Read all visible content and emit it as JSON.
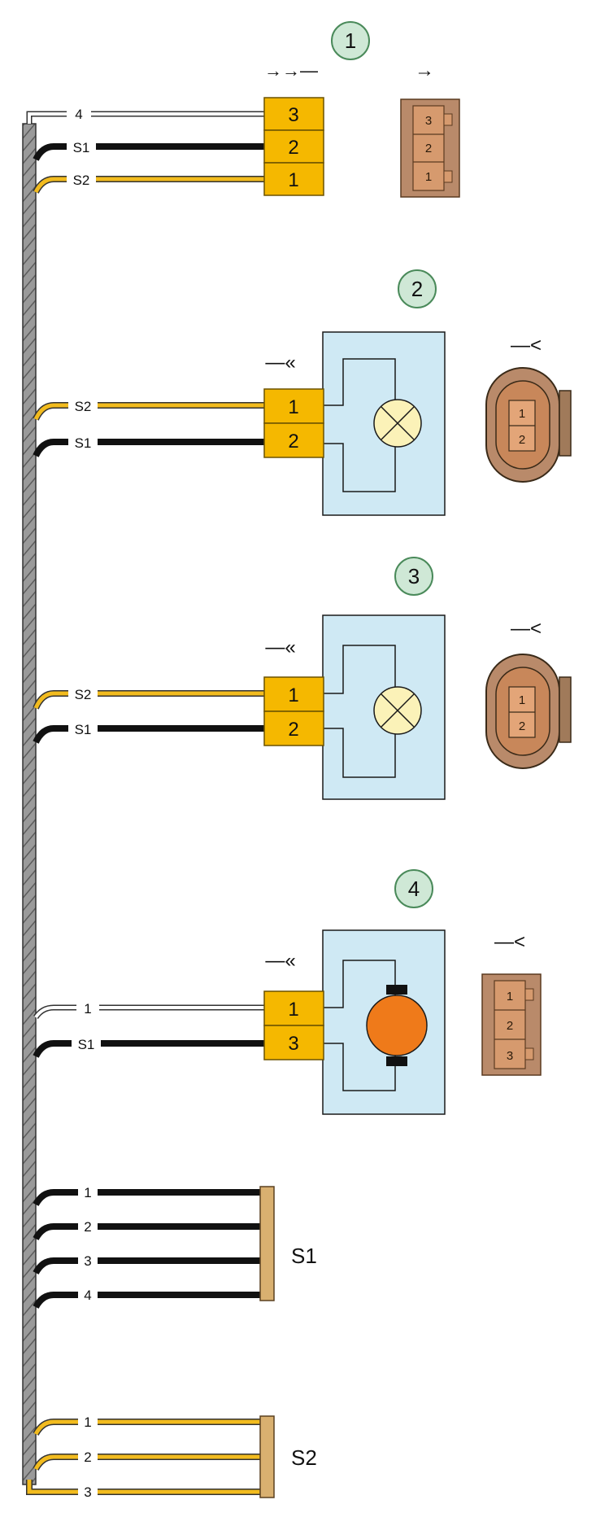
{
  "components": [
    {
      "number": "1",
      "harness_symbol": "→→—",
      "mating_symbol": "→",
      "pins": [
        {
          "pin": "3",
          "wire": "4"
        },
        {
          "pin": "2",
          "wire": "S1"
        },
        {
          "pin": "1",
          "wire": "S2"
        }
      ],
      "view_pins": [
        "3",
        "2",
        "1"
      ]
    },
    {
      "number": "2",
      "harness_symbol": "—«",
      "mating_symbol": "—<",
      "pins": [
        {
          "pin": "1",
          "wire": "S2"
        },
        {
          "pin": "2",
          "wire": "S1"
        }
      ],
      "view_pins": [
        "1",
        "2"
      ],
      "device": "lamp"
    },
    {
      "number": "3",
      "harness_symbol": "—«",
      "mating_symbol": "—<",
      "pins": [
        {
          "pin": "1",
          "wire": "S2"
        },
        {
          "pin": "2",
          "wire": "S1"
        }
      ],
      "view_pins": [
        "1",
        "2"
      ],
      "device": "lamp"
    },
    {
      "number": "4",
      "harness_symbol": "—«",
      "mating_symbol": "—<",
      "pins": [
        {
          "pin": "1",
          "wire": "1"
        },
        {
          "pin": "3",
          "wire": "S1"
        }
      ],
      "view_pins": [
        "1",
        "2",
        "3"
      ],
      "device": "motor"
    }
  ],
  "splices": [
    {
      "name": "S1",
      "wires": [
        "1",
        "2",
        "3",
        "4"
      ]
    },
    {
      "name": "S2",
      "wires": [
        "1",
        "2",
        "3"
      ]
    }
  ],
  "colors": {
    "wire_white": "#ffffff",
    "wire_black": "#111111",
    "wire_yellow": "#f2bb1e",
    "connector_yellow": "#f5b800",
    "device_box": "#cfe9f4",
    "badge": "#cfe8d6",
    "view_connector": "#c8875a",
    "lamp": "#fbf2b8",
    "motor": "#ef7a1a",
    "splice_bar": "#d9b070"
  }
}
